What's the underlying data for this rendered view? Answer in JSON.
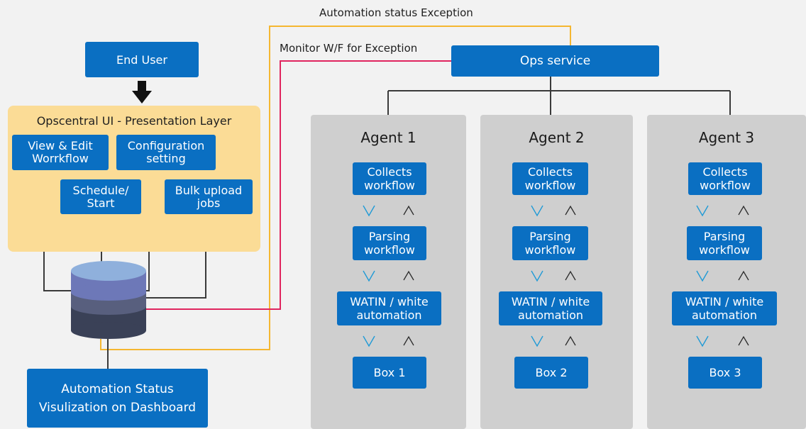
{
  "labels": {
    "automation_status": "Automation status Exception",
    "monitor_wf": "Monitor W/F for Exception"
  },
  "end_user": "End User",
  "ops_service": "Ops service",
  "presentation": {
    "title": "Opscentral UI - Presentation Layer",
    "view_edit": "View & Edit\nWorrkflow",
    "configuration": "Configuration\nsetting",
    "schedule": "Schedule/\nStart",
    "bulk_upload": "Bulk upload\njobs"
  },
  "dashboard": "Automation Status\nVisulization on Dashboard",
  "agents": [
    {
      "title": "Agent 1",
      "collects": "Collects\nworkflow",
      "parsing": "Parsing\nworkflow",
      "watin": "WATIN / white\nautomation",
      "box": "Box 1"
    },
    {
      "title": "Agent 2",
      "collects": "Collects\nworkflow",
      "parsing": "Parsing\nworkflow",
      "watin": "WATIN / white\nautomation",
      "box": "Box 2"
    },
    {
      "title": "Agent 3",
      "collects": "Collects\nworkflow",
      "parsing": "Parsing\nworkflow",
      "watin": "WATIN / white\nautomation",
      "box": "Box 3"
    }
  ],
  "colors": {
    "box_blue": "#0a6fc2",
    "panel_gray": "#cfcfcf",
    "layer_yellow": "#fbdc96",
    "line_red": "#e0245e",
    "line_orange": "#f5b731",
    "line_dark": "#3a3a3a",
    "chevron_blue": "#1f9ad6"
  }
}
